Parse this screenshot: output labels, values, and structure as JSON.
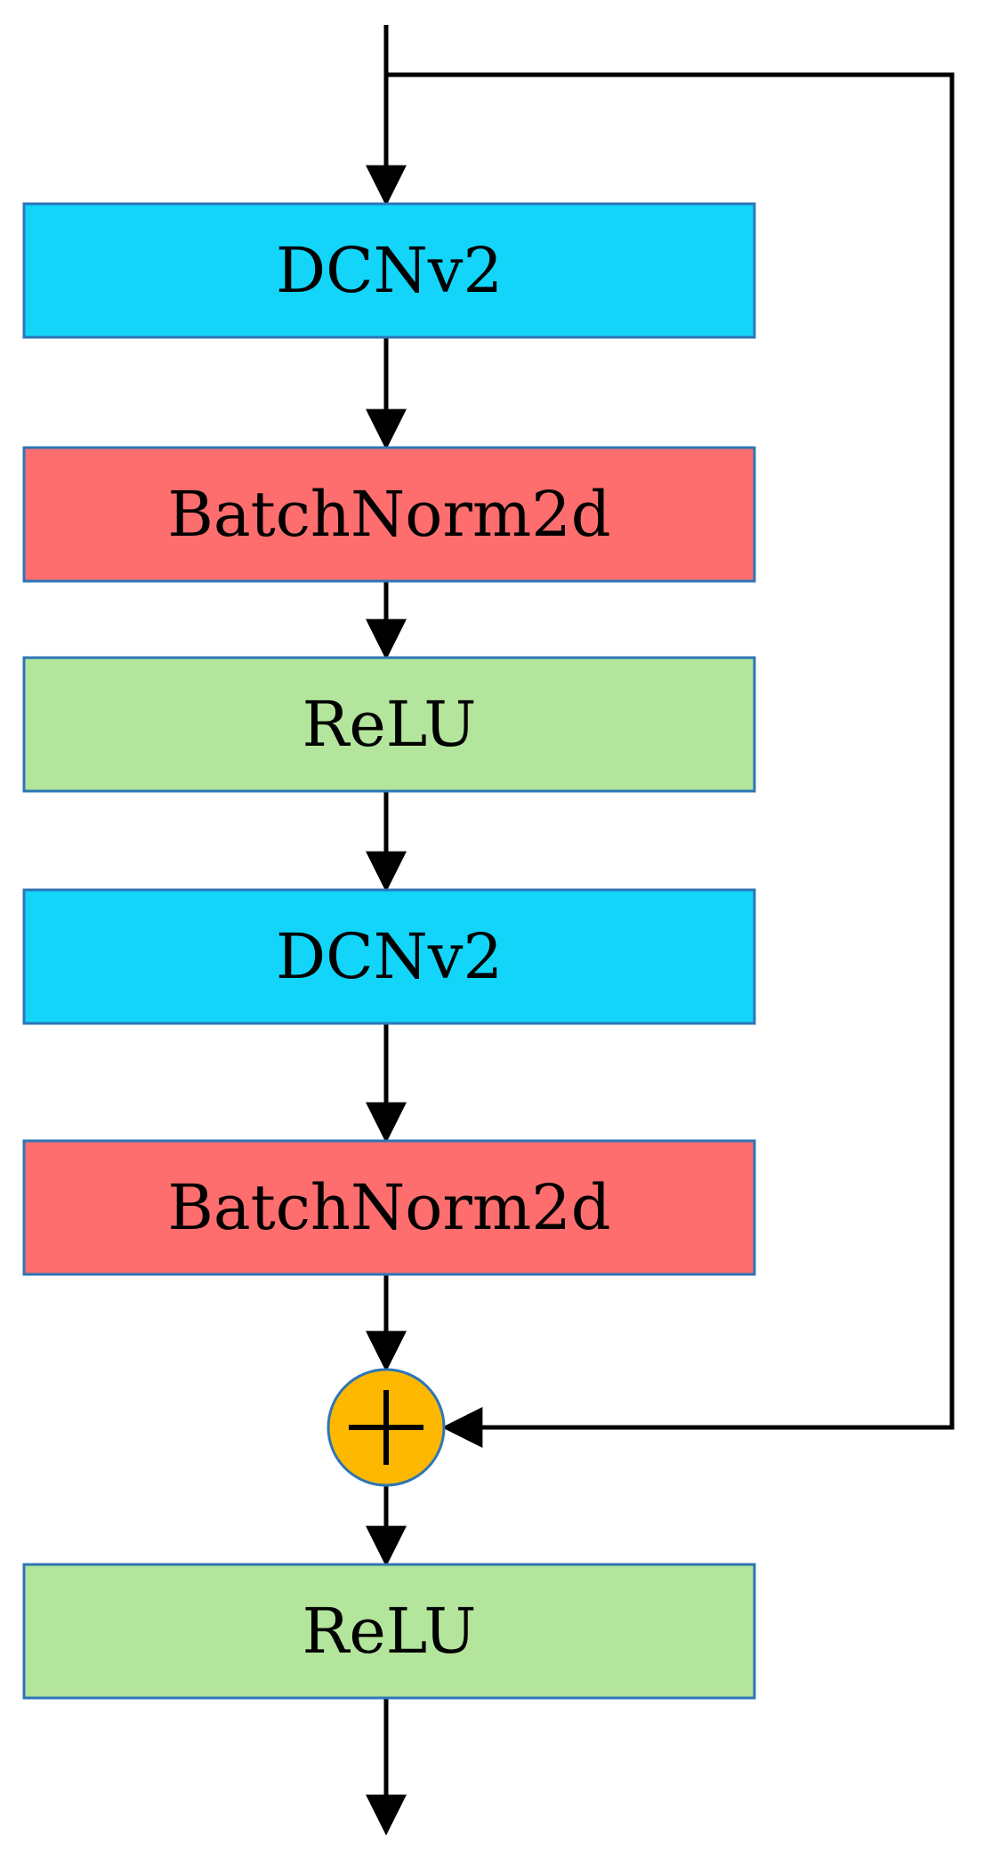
{
  "blocks": [
    {
      "label": "DCNv2",
      "kind": "deformable-conv",
      "color": "#12D5F9"
    },
    {
      "label": "BatchNorm2d",
      "kind": "batchnorm",
      "color": "#FF6E6E"
    },
    {
      "label": "ReLU",
      "kind": "activation",
      "color": "#B3E59C"
    },
    {
      "label": "DCNv2",
      "kind": "deformable-conv",
      "color": "#12D5F9"
    },
    {
      "label": "BatchNorm2d",
      "kind": "batchnorm",
      "color": "#FF6E6E"
    },
    {
      "label": "ReLU",
      "kind": "activation",
      "color": "#B3E59C"
    }
  ],
  "sum_node": {
    "icon": "plus-icon",
    "color": "#FFB800"
  },
  "colors": {
    "block_border": "#2E75B6",
    "line": "#000000",
    "sum_border": "#2E75B6"
  }
}
